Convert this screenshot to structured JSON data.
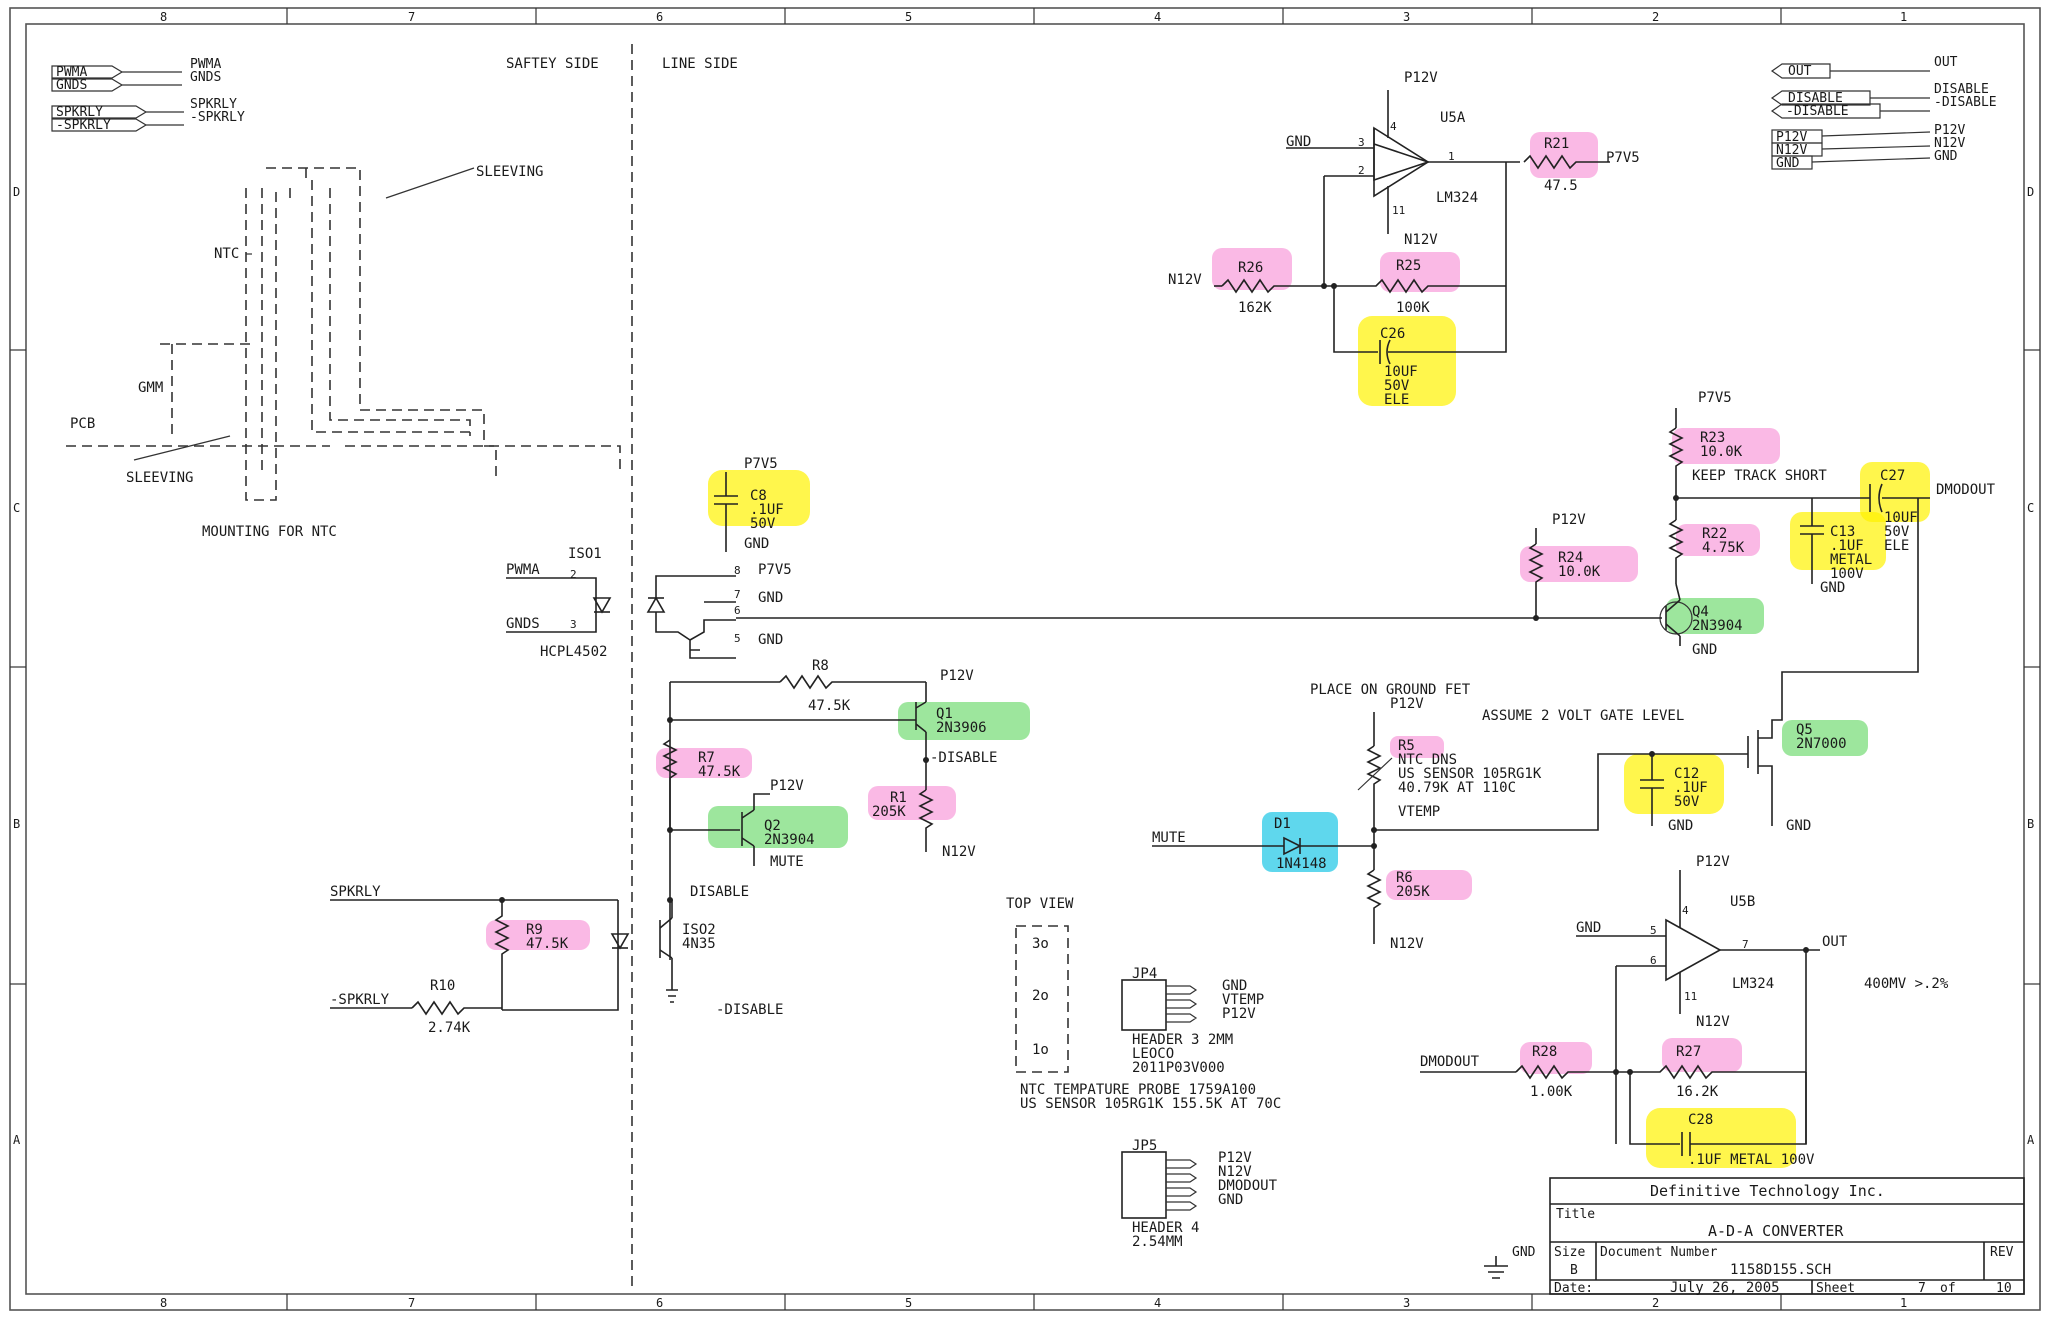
{
  "zones": {
    "cols": [
      "8",
      "7",
      "6",
      "5",
      "4",
      "3",
      "2",
      "1"
    ],
    "rows": [
      "D",
      "C",
      "B",
      "A"
    ]
  },
  "connectors": {
    "left": [
      {
        "box": "PWMA",
        "label": "PWMA"
      },
      {
        "box": "GNDS",
        "label": "GNDS"
      },
      {
        "box": "SPKRLY",
        "label": "SPKRLY"
      },
      {
        "box": "-SPKRLY",
        "label": "-SPKRLY"
      }
    ],
    "right": [
      {
        "box": "OUT",
        "label": "OUT"
      },
      {
        "box": "DISABLE",
        "label": "DISABLE"
      },
      {
        "box": "-DISABLE",
        "label": "-DISABLE"
      },
      {
        "box": "P12V",
        "label": "P12V"
      },
      {
        "box": "N12V",
        "label": "N12V"
      },
      {
        "box": "GND",
        "label": "GND"
      }
    ]
  },
  "sides": {
    "safety": "SAFTEY SIDE",
    "line": "LINE SIDE"
  },
  "mounting": {
    "sleeving_top": "SLEEVING",
    "ntc": "NTC",
    "gmm": "GMM",
    "pcb": "PCB",
    "sleeving_bottom": "SLEEVING",
    "caption": "MOUNTING FOR NTC"
  },
  "nets": {
    "p12v": "P12V",
    "n12v": "N12V",
    "p7v5": "P7V5",
    "gnd": "GND",
    "pwma": "PWMA",
    "gnds": "GNDS",
    "spkrly": "SPKRLY",
    "nspkrly": "-SPKRLY",
    "disable": "DISABLE",
    "ndisable": "-DISABLE",
    "mute": "MUTE",
    "vtemp": "VTEMP",
    "dmodout": "DMODOUT",
    "out": "OUT"
  },
  "parts": {
    "u5a": {
      "ref": "U5A",
      "part": "LM324",
      "p4": "4",
      "p3": "3",
      "p2": "2",
      "p1": "1",
      "p11": "11"
    },
    "u5b": {
      "ref": "U5B",
      "part": "LM324",
      "p4": "4",
      "p5": "5",
      "p6": "6",
      "p7": "7",
      "p11": "11"
    },
    "r21": {
      "ref": "R21",
      "value": "47.5"
    },
    "r26": {
      "ref": "R26",
      "value": "162K"
    },
    "r25": {
      "ref": "R25",
      "value": "100K"
    },
    "c26": {
      "ref": "C26",
      "v1": "10UF",
      "v2": "50V",
      "v3": "ELE"
    },
    "r23": {
      "ref": "R23",
      "value": "10.0K"
    },
    "r22": {
      "ref": "R22",
      "value": "4.75K"
    },
    "r24": {
      "ref": "R24",
      "value": "10.0K"
    },
    "c27": {
      "ref": "C27",
      "v1": "10UF",
      "v2": "50V",
      "v3": "ELE"
    },
    "c13": {
      "ref": "C13",
      "v1": ".1UF",
      "v2": "METAL",
      "v3": "100V"
    },
    "c8": {
      "ref": "C8",
      "v1": ".1UF",
      "v2": "50V"
    },
    "iso1": {
      "ref": "ISO1",
      "part": "HCPL4502",
      "p2": "2",
      "p3": "3",
      "p8": "8",
      "p7": "7",
      "p6": "6",
      "p5": "5"
    },
    "r8": {
      "ref": "R8",
      "value": "47.5K"
    },
    "q1": {
      "ref": "Q1",
      "part": "2N3906"
    },
    "r7": {
      "ref": "R7",
      "value": "47.5K"
    },
    "r1": {
      "ref": "R1",
      "value": "205K"
    },
    "q2": {
      "ref": "Q2",
      "part": "2N3904"
    },
    "q4": {
      "ref": "Q4",
      "part": "2N3904"
    },
    "q5": {
      "ref": "Q5",
      "part": "2N7000"
    },
    "r5": {
      "ref": "R5",
      "l1": "NTC DNS",
      "l2": "US SENSOR 105RG1K",
      "l3": "40.79K AT 110C"
    },
    "c12": {
      "ref": "C12",
      "v1": ".1UF",
      "v2": "50V"
    },
    "d1": {
      "ref": "D1",
      "part": "1N4148"
    },
    "r6": {
      "ref": "R6",
      "value": "205K"
    },
    "r9": {
      "ref": "R9",
      "value": "47.5K"
    },
    "r10": {
      "ref": "R10",
      "value": "2.74K"
    },
    "iso2": {
      "ref": "ISO2",
      "part": "4N35"
    },
    "r28": {
      "ref": "R28",
      "value": "1.00K"
    },
    "r27": {
      "ref": "R27",
      "value": "16.2K"
    },
    "c28": {
      "ref": "C28",
      "value": ".1UF METAL 100V"
    },
    "jp4": {
      "ref": "JP4",
      "pins": [
        "GND",
        "VTEMP",
        "P12V"
      ],
      "l1": "HEADER 3 2MM",
      "l2": "LEOCO",
      "l3": "2011P03V000"
    },
    "jp5": {
      "ref": "JP5",
      "pins": [
        "P12V",
        "N12V",
        "DMODOUT",
        "GND"
      ],
      "l1": "HEADER 4",
      "l2": "2.54MM"
    }
  },
  "notes": {
    "keep_track": "KEEP TRACK SHORT",
    "place_ground": "PLACE ON GROUND FET",
    "assume_gate": "ASSUME 2 VOLT GATE LEVEL",
    "top_view": "TOP VIEW",
    "ntc_probe1": "NTC TEMPATURE PROBE 1759A100",
    "ntc_probe2": "US SENSOR 105RG1K 155.5K AT 70C",
    "out_spec": "400MV >.2%",
    "probe_pins": [
      "3o",
      "2o",
      "1o"
    ]
  },
  "title_block": {
    "company": "Definitive Technology Inc.",
    "title_label": "Title",
    "title": "A-D-A CONVERTER",
    "size_label": "Size",
    "size": "B",
    "docnum_label": "Document Number",
    "docnum": "1158D155.SCH",
    "rev_label": "REV",
    "date_label": "Date:",
    "date": "July 26, 2005",
    "sheet_label": "Sheet",
    "sheet": "7",
    "of_label": "of",
    "of": "10"
  }
}
